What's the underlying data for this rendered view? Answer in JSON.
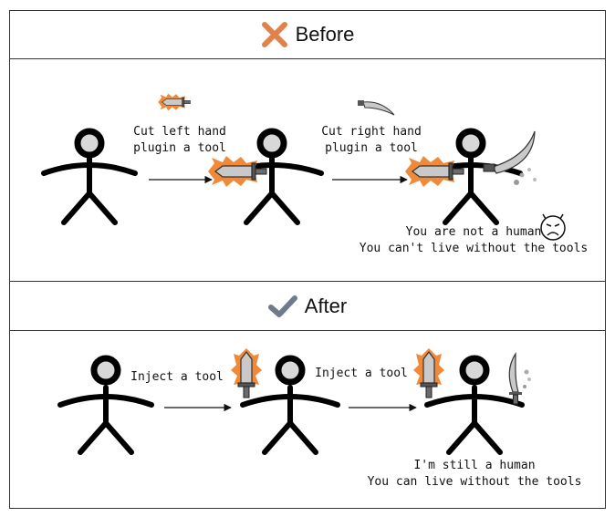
{
  "before": {
    "title": "Before",
    "step1_label_line1": "Cut left hand",
    "step1_label_line2": "plugin a tool",
    "step2_label_line1": "Cut right hand",
    "step2_label_line2": "plugin a tool",
    "note_line1": "You are not a human",
    "note_line2": "You can't live without the tools",
    "icon": "cross-icon",
    "icon_color": "#e0824a"
  },
  "after": {
    "title": "After",
    "step1_label": "Inject a tool",
    "step2_label": "Inject a tool",
    "note_line1": "I'm still a human",
    "note_line2": "You can live without the tools",
    "icon": "checkmark-icon",
    "icon_color": "#6d7b8a"
  }
}
